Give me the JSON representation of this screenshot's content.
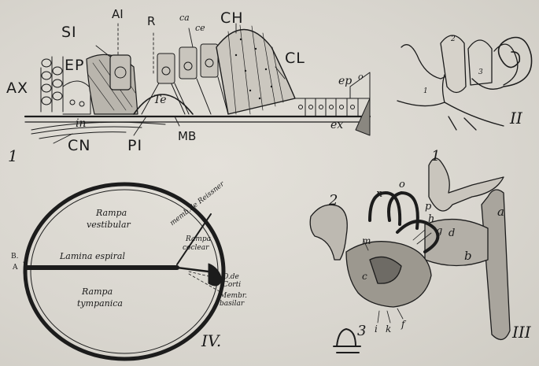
{
  "figure_numbers": {
    "fig1": "1",
    "fig2": "II",
    "fig3": "III",
    "fig4": "IV."
  },
  "fig1": {
    "labels": {
      "ax": "AX",
      "ep_left": "EP",
      "si": "SI",
      "ai": "AI",
      "r": "R",
      "ca": "ca",
      "ce": "ce",
      "ch": "CH",
      "cl": "CL",
      "ep_right": "ep",
      "o": "o",
      "te": "Te",
      "in": "in",
      "cn": "CN",
      "pi": "PI",
      "mb": "MB",
      "ex": "ex"
    }
  },
  "fig2": {
    "labels": {
      "one": "1",
      "two": "2",
      "three": "3"
    }
  },
  "fig4": {
    "labels": {
      "rampa_vestibular_1": "Rampa",
      "rampa_vestibular_2": "vestibular",
      "memb_reissner": "memb.de Reissner",
      "rampa_coclear_1": "Rampa",
      "rampa_coclear_2": "coclear",
      "lamina": "Lamina espiral",
      "rampa_tympanica_1": "Rampa",
      "rampa_tympanica_2": "tympanica",
      "org_corti_1": "O.de",
      "org_corti_2": "Corti",
      "memb_basilar_1": "Membr.",
      "memb_basilar_2": "basilar",
      "b": "B.",
      "a": "A"
    }
  },
  "fig3": {
    "labels": {
      "n": "n",
      "o": "o",
      "p": "p",
      "h": "h",
      "g": "g",
      "d": "d",
      "a": "a",
      "b": "b",
      "m": "m",
      "c": "c",
      "i": "i",
      "k": "k",
      "f": "f",
      "two": "2",
      "one": "1",
      "three": "3"
    }
  }
}
